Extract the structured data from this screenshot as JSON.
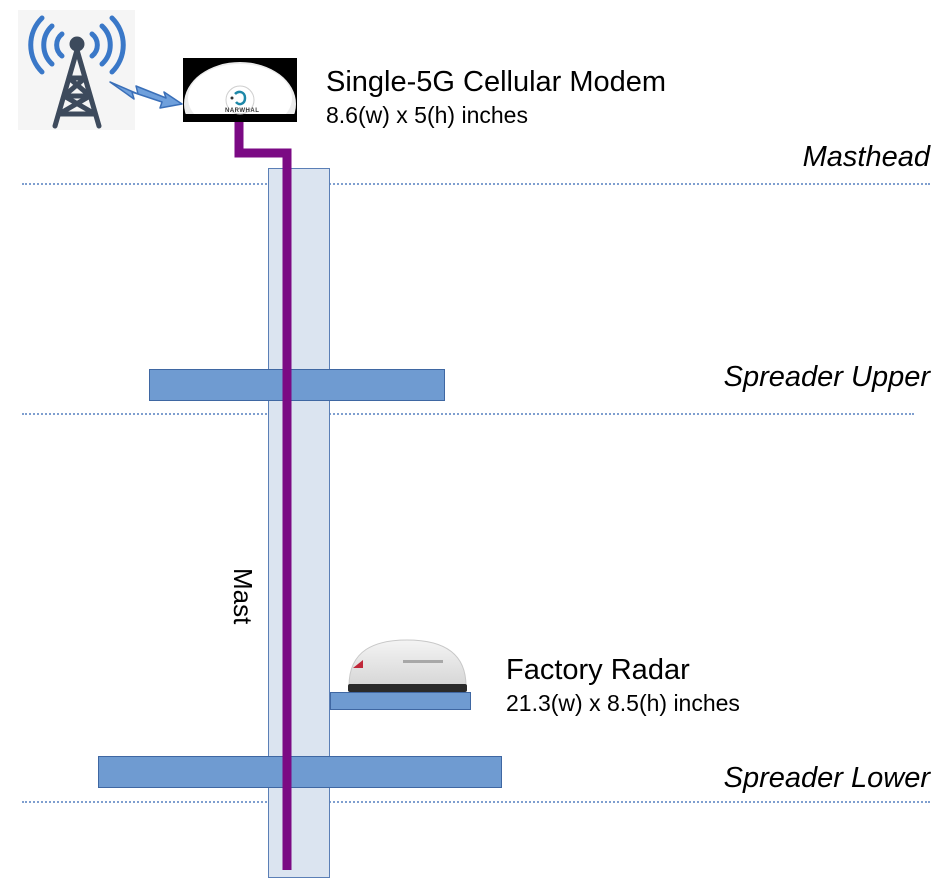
{
  "levels": {
    "masthead": "Masthead",
    "spreader_upper": "Spreader Upper",
    "spreader_lower": "Spreader Lower"
  },
  "mast_label": "Mast",
  "modem": {
    "title": "Single-5G Cellular Modem",
    "dims": "8.6(w) x 5(h) inches",
    "brand": "NARWHAL",
    "icon": "cellular-modem-dome-icon"
  },
  "radar": {
    "title": "Factory Radar",
    "dims": "21.3(w) x 8.5(h) inches",
    "icon": "radar-dome-icon"
  },
  "tower": {
    "icon": "cell-tower-icon"
  },
  "colors": {
    "cable": "#7b0a84",
    "mast_fill": "#dbe4f0",
    "spreader_fill": "#6f9bd1",
    "dotted_line": "#7f9fcf",
    "signal": "#3a78c8"
  }
}
